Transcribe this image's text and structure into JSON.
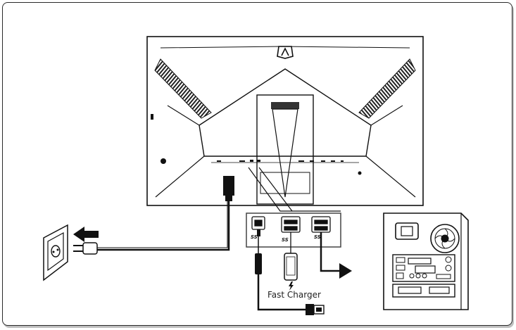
{
  "diagram": {
    "fast_charger_label": "Fast Charger",
    "usb_port_labels": [
      "SS",
      "SS",
      "SS"
    ],
    "icons": {
      "brand_logo": "aoc-agon-logo-icon",
      "power_outlet": "wall-socket-icon",
      "power_plug": "power-plug-icon",
      "arrow_left": "arrow-left-icon",
      "arrow_right": "arrow-right-icon",
      "phone": "smartphone-icon",
      "lightning": "lightning-bolt-icon",
      "usb_cable": "usb-cable-icon",
      "computer": "pc-tower-icon"
    }
  }
}
